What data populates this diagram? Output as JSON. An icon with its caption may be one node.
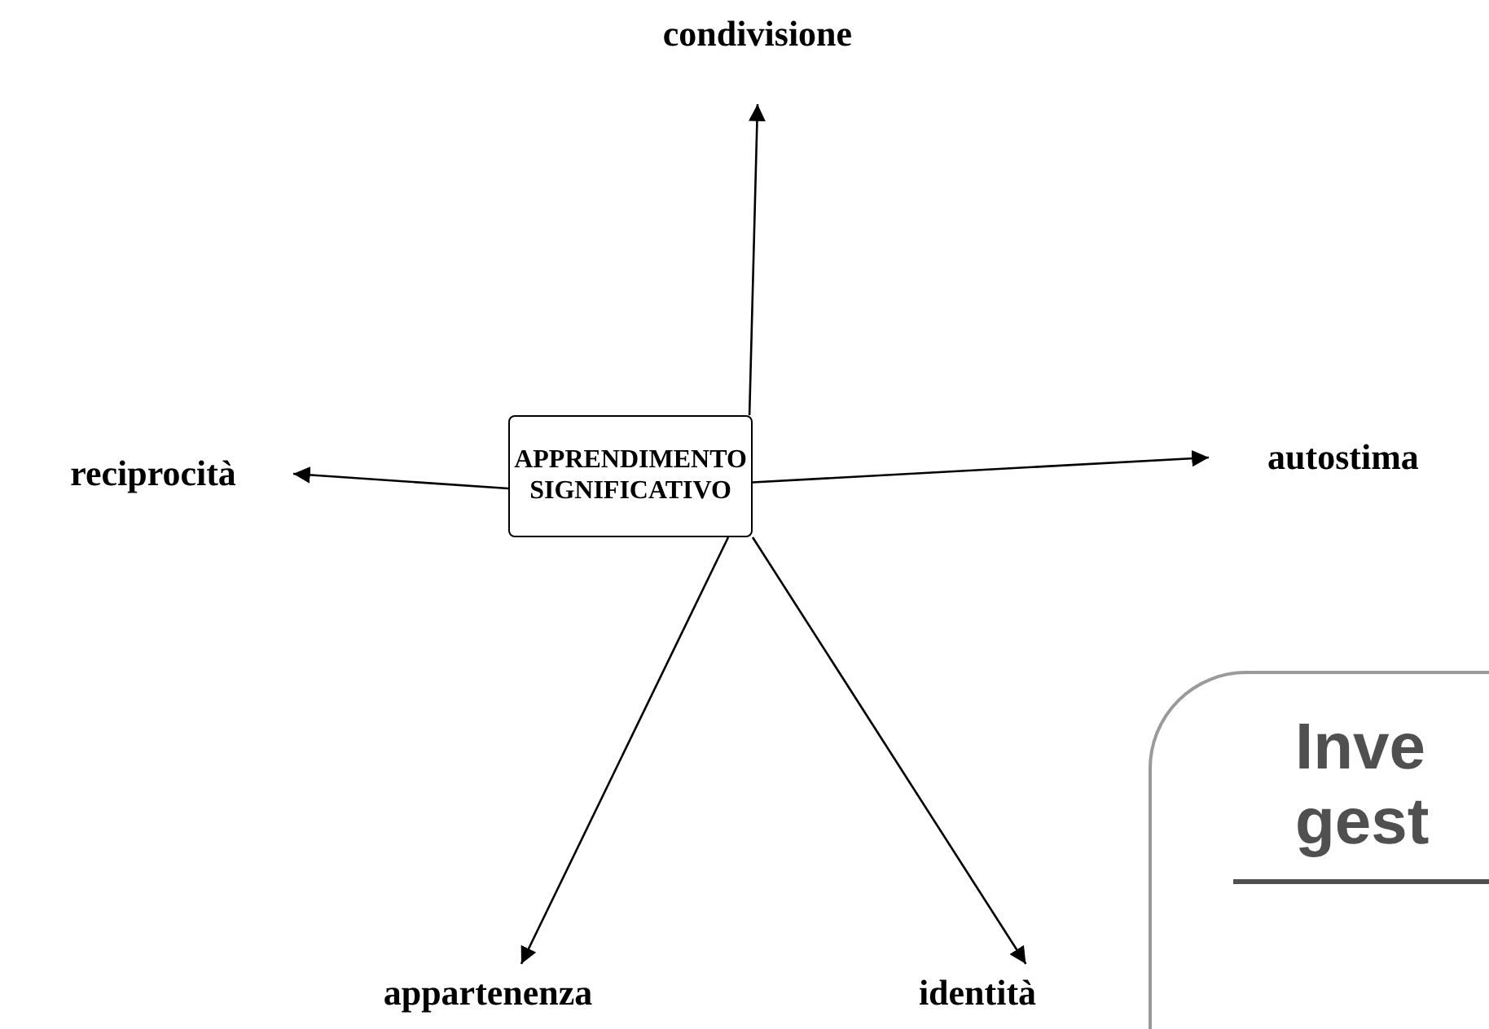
{
  "diagram": {
    "nodes": [
      {
        "text": [
          "APPRENDIMENTO SIGNIFICATIVO"
        ]
      },
      {
        "text": [
          "condivisione"
        ]
      },
      {
        "text": [
          "reciprocità"
        ]
      },
      {
        "text": [
          "autostima"
        ]
      },
      {
        "text": [
          "appartenenza"
        ]
      },
      {
        "text": [
          "identità"
        ]
      },
      {
        "text": [
          "Inve",
          "gest"
        ]
      }
    ],
    "edges": [
      {
        "from": 0,
        "to": 1,
        "arrow": "to"
      },
      {
        "from": 0,
        "to": 2,
        "arrow": "to"
      },
      {
        "from": 0,
        "to": 3,
        "arrow": "to"
      },
      {
        "from": 0,
        "to": 4,
        "arrow": "to"
      },
      {
        "from": 0,
        "to": 5,
        "arrow": "to"
      }
    ]
  }
}
